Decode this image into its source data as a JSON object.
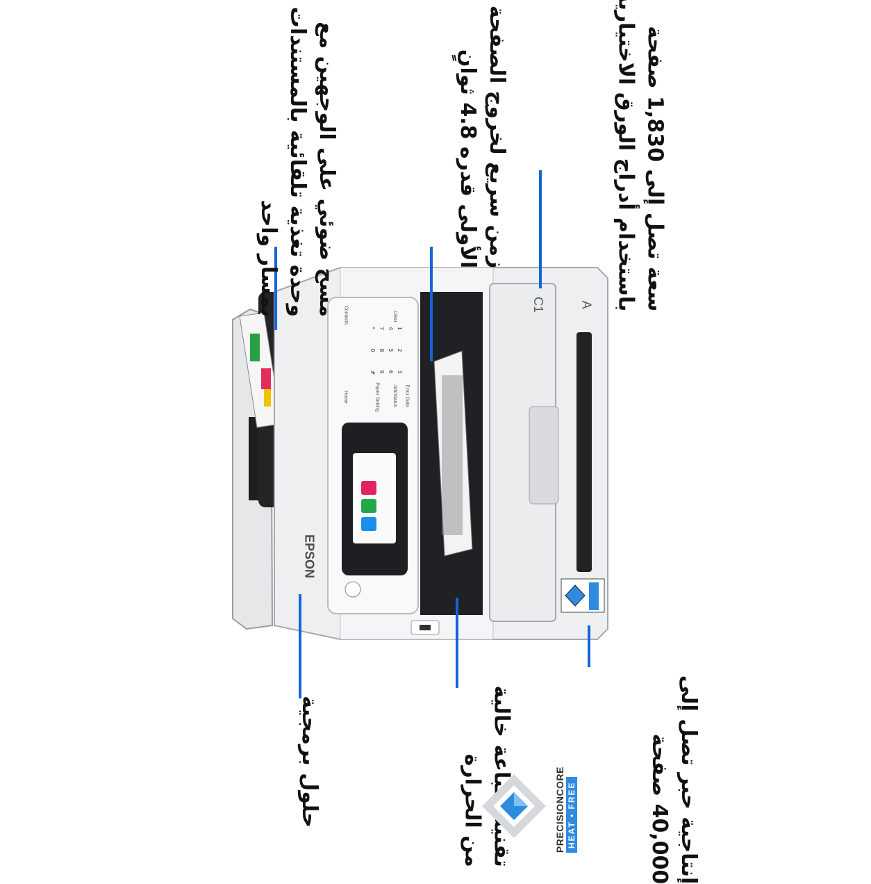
{
  "brand": "EPSON",
  "callouts": {
    "scan": [
      "مسح ضوئي على الوجهين مع",
      "وحدة تغذية تلقائية بالمستندات",
      "بمسار واحد"
    ],
    "first_page": [
      "زمن سريع لخروج الصفحة",
      "الأولى قدره 4.8 ثوانٍ"
    ],
    "capacity": [
      "سعة تصل إلى 1,830 صفحة",
      "باستخدام أدراج الورق الاختيارية"
    ],
    "software": [
      "حلول برمجية"
    ],
    "heat_free": [
      "تقنية طباعة خالية",
      "من الحرارة"
    ],
    "ink_yield": [
      "إنتاجية حبر تصل إلى",
      "40,000 صفحة"
    ]
  },
  "tray_labels": {
    "c1": "C1",
    "a": "A"
  },
  "panel": {
    "contacts": "Contacts",
    "clear": "Clear",
    "home": "Home",
    "paper_setting": "Paper Setting",
    "job_status": "Job/Status",
    "error_data": "Error Data",
    "keys": [
      "1",
      "2",
      "3",
      "4",
      "5",
      "6",
      "7",
      "8",
      "9",
      "*",
      "0",
      "#"
    ]
  },
  "logo": {
    "line1": "PRECISIONCORE",
    "line2": "HEAT • FREE"
  },
  "colors": {
    "accent_line": "#1565d8",
    "logo_blue": "#2f8be0"
  }
}
